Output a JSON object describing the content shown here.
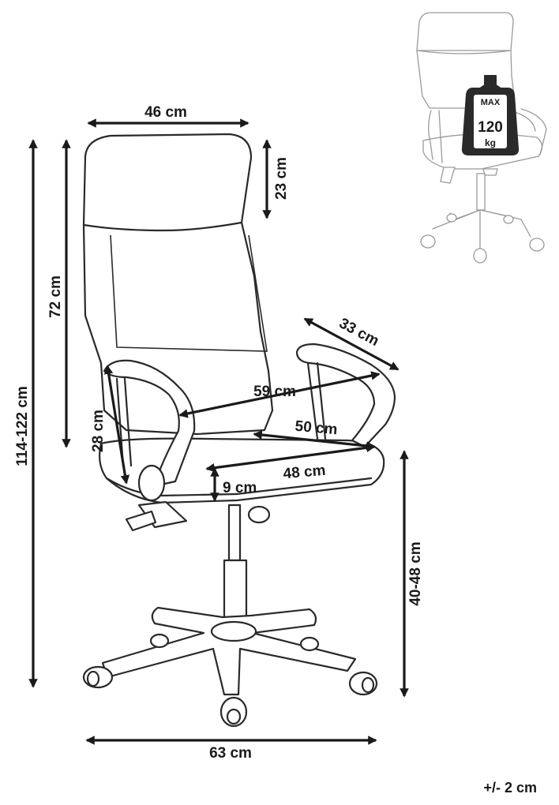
{
  "dimensions": {
    "seat_back_width": "46 cm",
    "headrest_height": "23 cm",
    "backrest_height": "72 cm",
    "total_height": "114-122 cm",
    "armrest_depth": "33 cm",
    "overall_width_arms": "59 cm",
    "seat_width": "50 cm",
    "armrest_height": "28 cm",
    "seat_depth": "48 cm",
    "seat_thickness": "9 cm",
    "seat_height": "40-48 cm",
    "base_width": "63 cm"
  },
  "tolerance": "+/- 2 cm",
  "max_load": {
    "line1": "MAX",
    "line2": "120",
    "line3": "kg"
  }
}
